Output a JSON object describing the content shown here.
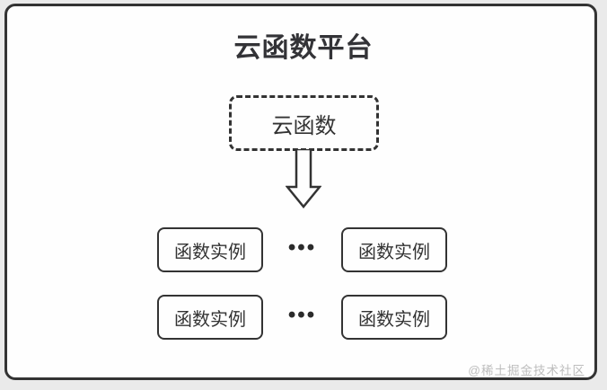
{
  "title": "云函数平台",
  "cloud_function": {
    "label": "云函数"
  },
  "arrow": {
    "name": "down-arrow",
    "direction": "down"
  },
  "instance_rows": [
    {
      "left": "函数实例",
      "dots": "•••",
      "right": "函数实例"
    },
    {
      "left": "函数实例",
      "dots": "•••",
      "right": "函数实例"
    }
  ],
  "watermark": "@稀土掘金技术社区",
  "colors": {
    "frame_border": "#333333",
    "text": "#333333",
    "panel_background": "#fefefe",
    "page_background": "#eaeaea",
    "watermark": "#bdbdbd"
  }
}
